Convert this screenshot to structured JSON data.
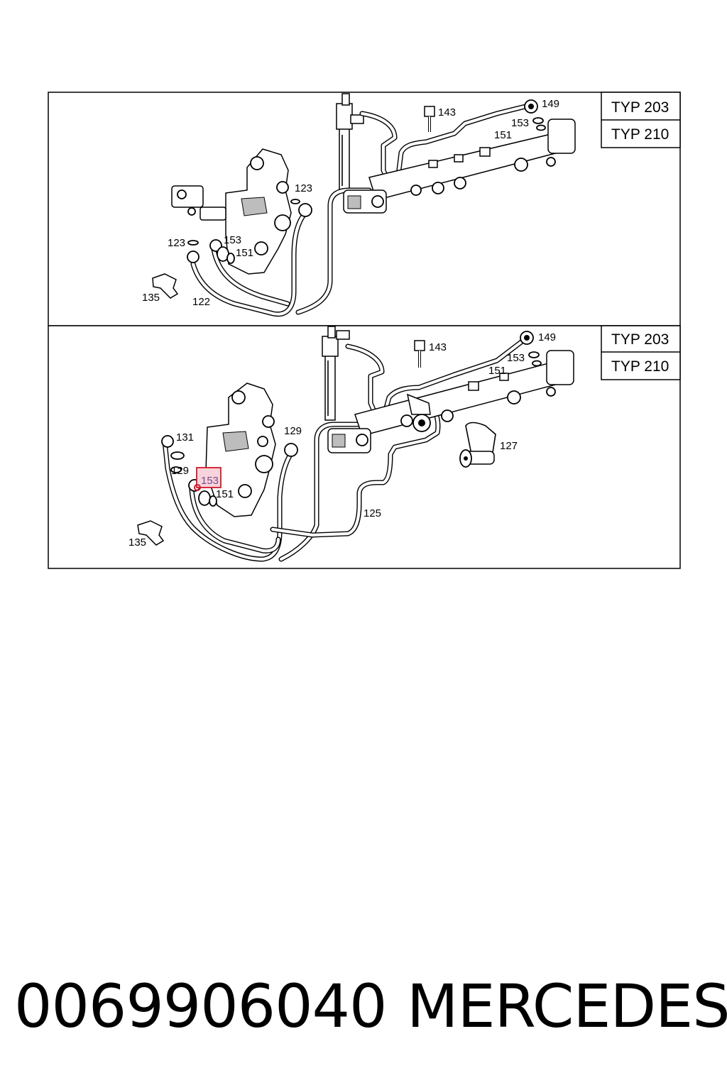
{
  "panels": [
    {
      "types": [
        "TYP 203",
        "TYP 210"
      ],
      "callouts": {
        "p143": "143",
        "p149": "149",
        "p153_rail": "153",
        "p151_rail": "151",
        "p123_right": "123",
        "p123_left": "123",
        "p153_pump": "153",
        "p151_pump": "151",
        "p135": "135",
        "p122": "122"
      }
    },
    {
      "types": [
        "TYP 203",
        "TYP 210"
      ],
      "callouts": {
        "p143": "143",
        "p149": "149",
        "p153_rail": "153",
        "p151_rail": "151",
        "p131": "131",
        "p129_right": "129",
        "p129_left": "129",
        "p153_pump": "153",
        "p151_pump": "151",
        "p127": "127",
        "p125": "125",
        "p135": "135"
      }
    }
  ],
  "highlight_color": "#d11a2a",
  "footer": {
    "part_number": "0069906040",
    "brand": "MERCEDES"
  }
}
